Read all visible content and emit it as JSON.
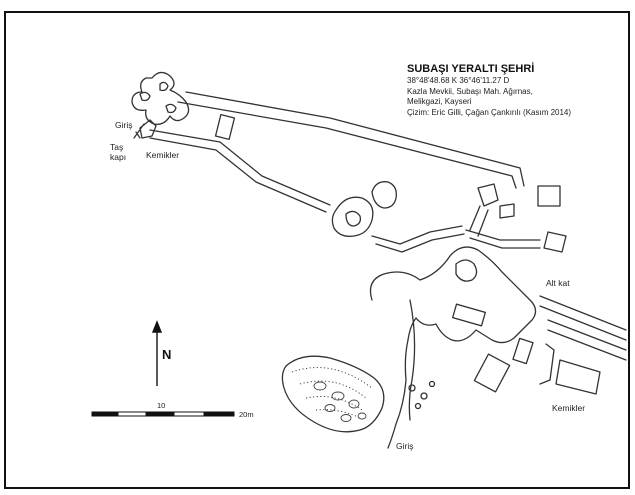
{
  "title": "SUBAŞI YERALTI ŞEHRİ",
  "info_lines": [
    "38°48'48.68 K  36°46'11.27 D",
    "Kazla Mevkii, Subaşı Mah. Ağırnas,",
    "Melikgazi, Kayseri",
    "Çizim: Eric Gilli, Çağan Çankırılı (Kasım 2014)"
  ],
  "labels": {
    "giris_top": "Giriş",
    "tas_kapi_1": "Taş",
    "tas_kapi_2": "kapı",
    "kemikler_top": "Kemikler",
    "alt_kat": "Alt kat",
    "kemikler_bottom": "Kemikler",
    "giris_bottom": "Giriş"
  },
  "north": {
    "letter": "N"
  },
  "scale": {
    "mid_label": "10",
    "end_label": "20m"
  }
}
